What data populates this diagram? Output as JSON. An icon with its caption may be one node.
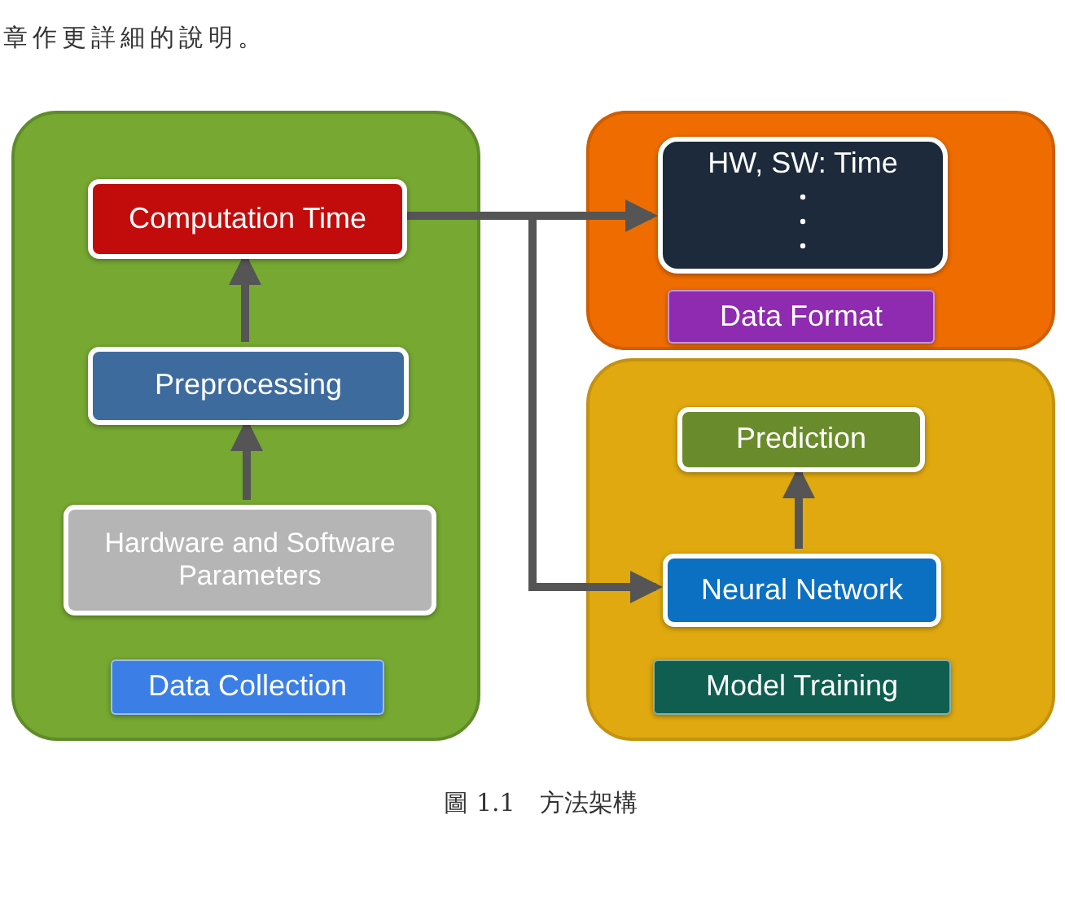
{
  "diagram": {
    "caption": "圖 1.1　方法架構",
    "nodes": [
      {
        "text": [],
        "shape": "box"
      },
      {
        "text": [
          "Computation Time"
        ],
        "in": 0
      },
      {
        "text": [
          "Preprocessing"
        ],
        "in": 0
      },
      {
        "text": [
          "Hardware and Software Parameters"
        ],
        "in": 0
      },
      {
        "text": [
          "Data Collection"
        ],
        "in": 0
      },
      {
        "text": [],
        "shape": "box"
      },
      {
        "text": [
          "HW, SW: Time"
        ],
        "in": 5
      },
      {
        "text": [
          "Data Format"
        ],
        "in": 5
      },
      {
        "text": [],
        "shape": "box"
      },
      {
        "text": [
          "Prediction"
        ],
        "in": 8
      },
      {
        "text": [
          "Neural Network"
        ],
        "in": 8
      },
      {
        "text": [
          "Model Training"
        ],
        "in": 8
      }
    ],
    "edges": [
      {
        "from": 3,
        "to": 2,
        "arrow": "to"
      },
      {
        "from": 2,
        "to": 1,
        "arrow": "to"
      },
      {
        "from": 1,
        "to": 6,
        "arrow": "to"
      },
      {
        "from": 1,
        "to": 10,
        "arrow": "to"
      },
      {
        "from": 10,
        "to": 9,
        "arrow": "to"
      }
    ],
    "labels": [
      "章作更詳細的說明。"
    ]
  }
}
